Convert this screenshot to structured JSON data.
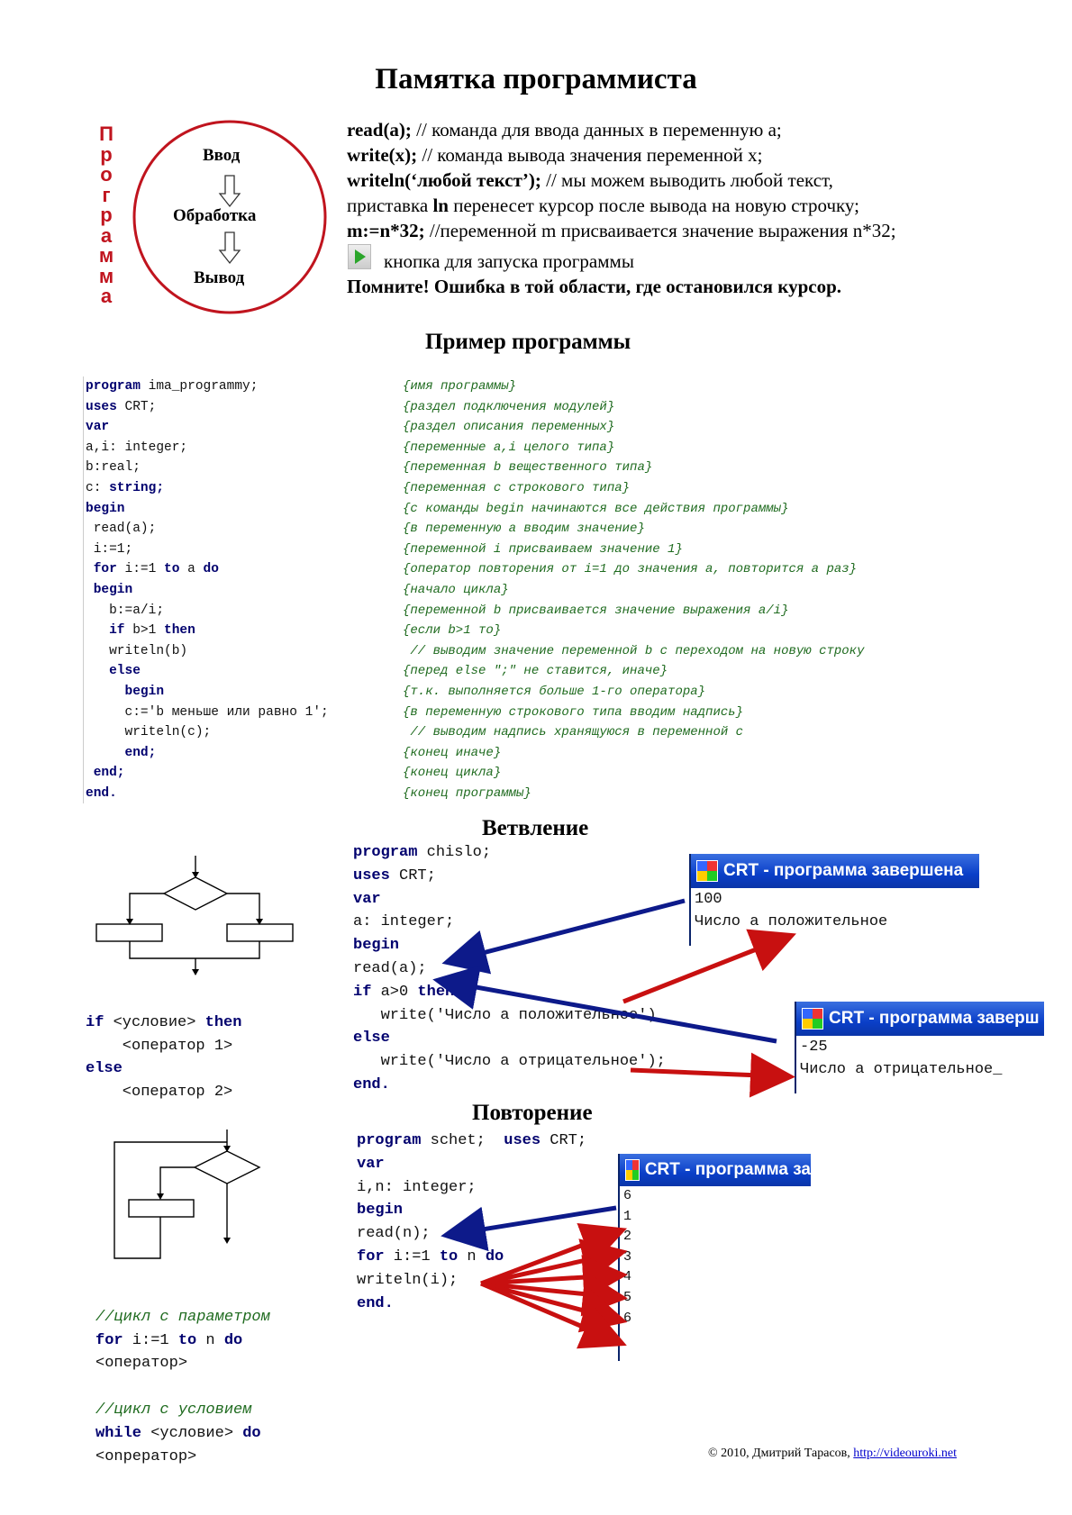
{
  "title": "Памятка программиста",
  "diagram": {
    "side_word": [
      "П",
      "р",
      "о",
      "г",
      "р",
      "а",
      "м",
      "м",
      "а"
    ],
    "input": "Ввод",
    "process": "Обработка",
    "output": "Вывод"
  },
  "memo": {
    "l1_bold": "read(a);",
    "l1_rest": " // команда для ввода данных в переменную а;",
    "l2_bold": "write(x);",
    "l2_rest": " // команда вывода значения переменной х;",
    "l3_bold": "writeln(‘любой текст’);",
    "l3_rest": " // мы можем выводить любой текст,",
    "l4_a": "приставка ",
    "l4_bold": "ln",
    "l4_b": " перенесет курсор после вывода на новую строчку;",
    "l5_bold": "m:=n*32;",
    "l5_rest": " //переменной m  присваивается значение выражения n*32;",
    "l6": "кнопка для запуска программы",
    "l7": "Помните! Ошибка в той области, где остановился курсор."
  },
  "example_title": "Пример программы",
  "example_code": [
    {
      "kw": "program",
      "t": " ima_programmy;"
    },
    {
      "kw": "uses",
      "t": " CRT;"
    },
    {
      "kw": "var",
      "t": ""
    },
    {
      "kw": "",
      "t": "a,i: integer;"
    },
    {
      "kw": "",
      "t": "b:real;"
    },
    {
      "kw": "",
      "t": "c: ",
      "kw2": "string;"
    },
    {
      "kw": "begin",
      "t": ""
    },
    {
      "kw": "",
      "t": " read(a);"
    },
    {
      "kw": "",
      "t": " i:=1;"
    },
    {
      "kw": " for",
      "t": " i:=1 ",
      "kw2": "to",
      "t2": " a ",
      "kw3": "do"
    },
    {
      "kw": " begin",
      "t": ""
    },
    {
      "kw": "",
      "t": "   b:=a/i;"
    },
    {
      "kw": "   if",
      "t": " b>1 ",
      "kw2": "then"
    },
    {
      "kw": "",
      "t": "   writeln(b)"
    },
    {
      "kw": "   else",
      "t": ""
    },
    {
      "kw": "     begin",
      "t": ""
    },
    {
      "kw": "",
      "t": "     c:='b меньше или равно 1';"
    },
    {
      "kw": "",
      "t": "     writeln(c);"
    },
    {
      "kw": "     end;",
      "t": ""
    },
    {
      "kw": " end;",
      "t": ""
    },
    {
      "kw": "end.",
      "t": ""
    }
  ],
  "example_comments": [
    "{имя программы}",
    "{раздел подключения модулей}",
    "{раздел описания переменных}",
    "{переменные а,i целого типа}",
    "{переменная b вещественного типа}",
    "{переменная с строкового типа}",
    "{с команды begin начинаются все действия программы}",
    "{в переменную а вводим значение}",
    "{переменной i присваиваем значение 1}",
    "{оператор повторения от i=1 до значения a, повторится a раз}",
    "{начало цикла}",
    "{переменной b присваивается значение выражения a/i}",
    "{если b>1 то}",
    " // выводим значение переменной b с переходом на новую строку",
    "{перед else \";\" не ставится, иначе}",
    "{т.к. выполняется больше 1-го оператора}",
    "{в переменную строкового типа вводим надпись}",
    " // выводим надпись хранящуюся в переменной с",
    "{конец иначе}",
    "{конец цикла}",
    "{конец программы}"
  ],
  "branch": {
    "title": "Ветвление",
    "syntax": {
      "if": "if",
      "cond": " <условие> ",
      "then": "then",
      "op1": "    <оператор 1>",
      "else": "else",
      "op2": "    <оператор 2>"
    },
    "code": [
      {
        "kw": "program",
        "t": " chislo;"
      },
      {
        "kw": "uses",
        "t": " CRT;"
      },
      {
        "kw": "var",
        "t": ""
      },
      {
        "kw": "",
        "t": "a: integer;"
      },
      {
        "kw": "begin",
        "t": ""
      },
      {
        "kw": "",
        "t": "read(a);"
      },
      {
        "kw": "if",
        "t": " a>0 ",
        "kw2": "then"
      },
      {
        "kw": "",
        "t": "   write('Число а положительное')"
      },
      {
        "kw": "else",
        "t": ""
      },
      {
        "kw": "",
        "t": "   write('Число а отрицательное');"
      },
      {
        "kw": "end.",
        "t": ""
      }
    ],
    "win1": {
      "title": "CRT - программа завершена",
      "lines": [
        "100",
        "Число а положительное"
      ]
    },
    "win2": {
      "title": "CRT - программа заверш",
      "lines": [
        "-25",
        "Число а отрицательное_"
      ]
    }
  },
  "loop": {
    "title": "Повторение",
    "c1": "//цикл с параметром",
    "for_kw": "for",
    "for_t": " i:=1 ",
    "to_kw": "to",
    "n_t": " n ",
    "do_kw": "do",
    "op": "<оператор>",
    "c2": "//цикл с условием",
    "while_kw": "while",
    "while_t": " <условие> ",
    "do2_kw": "do",
    "op2": "<onpератор>",
    "code": [
      {
        "kw": "program",
        "t": " schet;  ",
        "kw2": "uses",
        "t2": " CRT;"
      },
      {
        "kw": "var",
        "t": ""
      },
      {
        "kw": "",
        "t": "i,n: integer;"
      },
      {
        "kw": "begin",
        "t": ""
      },
      {
        "kw": "",
        "t": "read(n);"
      },
      {
        "kw": "for",
        "t": " i:=1 ",
        "kw2": "to",
        "t2": " n ",
        "kw3": "do"
      },
      {
        "kw": "",
        "t": "writeln(i);"
      },
      {
        "kw": "end.",
        "t": ""
      }
    ],
    "win": {
      "title": "CRT - программа за",
      "lines": [
        "6",
        "1",
        "2",
        "3",
        "4",
        "5",
        "6"
      ]
    }
  },
  "footer": {
    "text": "©  2010,  Дмитрий Тарасов, ",
    "link": "http://videouroki.net"
  },
  "colors": {
    "arrow_blue": "#0d1a8a",
    "arrow_red": "#c81010",
    "circle": "#c0141e"
  }
}
